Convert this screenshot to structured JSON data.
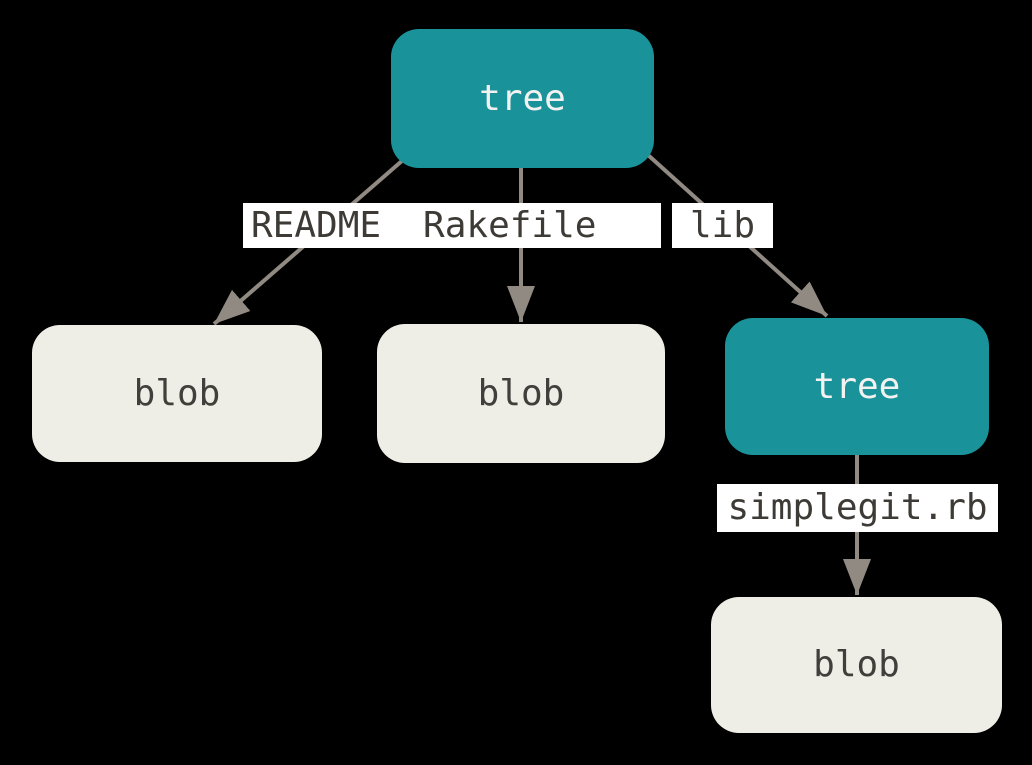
{
  "colors": {
    "background": "#000000",
    "tree_fill": "#19929a",
    "blob_fill": "#efeee6",
    "tree_text": "#f3f2f0",
    "blob_text": "#413f3b",
    "label_bg": "#ffffff",
    "label_text": "#3e3b37",
    "arrow": "#918a82"
  },
  "diagram": {
    "nodes": [
      {
        "id": "root-tree",
        "label": "tree",
        "kind": "tree"
      },
      {
        "id": "blob-1",
        "label": "blob",
        "kind": "blob"
      },
      {
        "id": "blob-2",
        "label": "blob",
        "kind": "blob"
      },
      {
        "id": "lib-tree",
        "label": "tree",
        "kind": "tree"
      },
      {
        "id": "blob-3",
        "label": "blob",
        "kind": "blob"
      }
    ],
    "edges": [
      {
        "from": "root-tree",
        "to": "blob-1",
        "label": "README"
      },
      {
        "from": "root-tree",
        "to": "blob-2",
        "label": "Rakefile"
      },
      {
        "from": "root-tree",
        "to": "lib-tree",
        "label": "lib"
      },
      {
        "from": "lib-tree",
        "to": "blob-3",
        "label": "simplegit.rb"
      }
    ]
  }
}
